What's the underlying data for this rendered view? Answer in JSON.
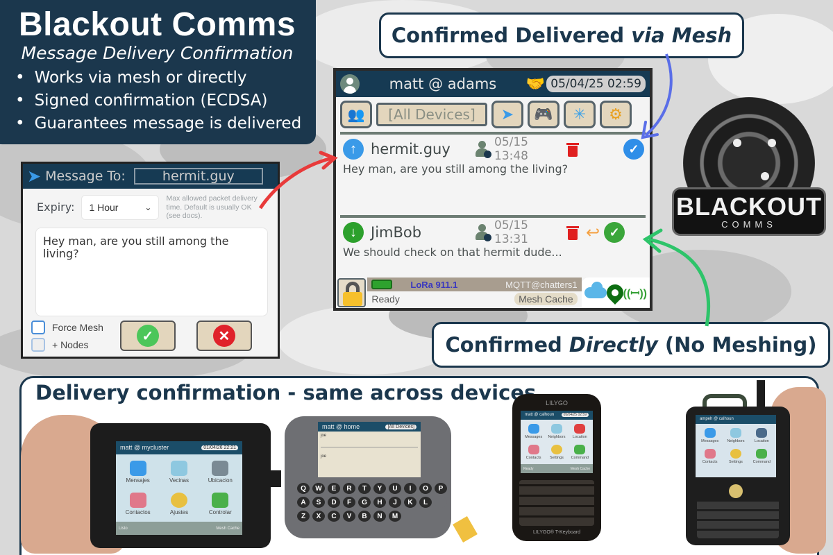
{
  "colors": {
    "navy": "#1b374d",
    "screen_header": "#163a53",
    "button_tan": "#e3d6bd",
    "confirm_mesh_blue": "#2f8ee8",
    "confirm_direct_green": "#3aa63a",
    "outgoing_blue": "#3a9ae8",
    "incoming_green": "#2ca02c",
    "arrow_red": "#e83a3a",
    "arrow_blue": "#5a6ee8",
    "arrow_green": "#2ec46a",
    "delete_red": "#e02020",
    "reply_orange": "#f5a040"
  },
  "title_panel": {
    "title": "Blackout Comms",
    "subtitle": "Message Delivery Confirmation",
    "bullets": [
      "Works via mesh or directly",
      "Signed confirmation (ECDSA)",
      "Guarantees message is delivered"
    ]
  },
  "callouts": {
    "mesh": {
      "prefix": "Confirmed Delivered ",
      "emphasis": "via Mesh"
    },
    "direct": {
      "prefix": "Confirmed ",
      "emphasis": "Directly",
      "suffix": " (No Meshing)"
    }
  },
  "compose_dialog": {
    "header_label": "Message To:",
    "recipient": "hermit.guy",
    "expiry_label": "Expiry:",
    "expiry_value": "1 Hour",
    "expiry_hint": "Max allowed packet delivery time. Default is usually OK (see docs).",
    "message_text": "Hey man, are you still among the living?",
    "force_mesh_label": "Force Mesh",
    "nodes_label": "+ Nodes",
    "icons": {
      "header": "send-icon",
      "confirm": "checkmark-icon",
      "cancel": "close-icon",
      "expiry": "chevron-down-icon"
    }
  },
  "main_screen": {
    "header": {
      "user": "matt @ adams",
      "clock": "05/04/25 02:59",
      "icons": [
        "avatar-icon",
        "handshake-icon"
      ]
    },
    "toolbar": {
      "device_filter": "[All Devices]",
      "buttons": [
        "contacts-icon",
        "send-icon",
        "gamepad-icon",
        "mesh-network-icon",
        "gear-icon"
      ]
    },
    "messages": [
      {
        "direction": "outgoing",
        "name": "hermit.guy",
        "time": "05/15 13:48",
        "text": "Hey man, are you still among the living?",
        "status": "confirmed-via-mesh",
        "icons": [
          "arrow-up-icon",
          "node-info-icon",
          "trash-icon",
          "checkmark-icon"
        ]
      },
      {
        "direction": "incoming",
        "name": "JimBob",
        "time": "05/15 13:31",
        "text": "We should check on that hermit dude...",
        "status": "confirmed-directly",
        "icons": [
          "arrow-down-icon",
          "node-info-icon",
          "trash-icon",
          "reply-icon",
          "checkmark-icon"
        ]
      }
    ],
    "statusbar": {
      "radio": "LoRa 911.1",
      "mqtt": "MQTT@chatters1",
      "status": "Ready",
      "cache": "Mesh Cache",
      "icons": [
        "lock-icon",
        "battery-icon",
        "cloud-icon",
        "location-pin-icon",
        "antenna-icon"
      ]
    }
  },
  "logo": {
    "name": "BLACKOUT",
    "sub": "COMMS"
  },
  "devices_panel": {
    "title": "Delivery confirmation - same across devices",
    "devices": [
      {
        "screen_user": "matt @ mycluster",
        "screen_clock": "01/04/26 22:21",
        "apps": [
          "Mensajes",
          "Vecinas",
          "Ubicacion",
          "Contactos",
          "Ajustes",
          "Controlar"
        ],
        "status": "Listo",
        "cache": "Mesh Cache"
      },
      {
        "screen_user": "matt @ home",
        "filter": "[All Devices]",
        "messages": [
          "joe",
          "joe"
        ],
        "keys": [
          "Q",
          "W",
          "E",
          "R",
          "T",
          "Y",
          "U",
          "I",
          "O",
          "P",
          "A",
          "S",
          "D",
          "F",
          "G",
          "H",
          "J",
          "K",
          "L",
          "Z",
          "X",
          "C",
          "V",
          "B",
          "N",
          "M"
        ]
      },
      {
        "brand": "LILYGO",
        "model": "LILYGO® T-Keyboard",
        "screen_user": "matt @ calhoun",
        "screen_clock": "05/04/25 02:59",
        "apps": [
          "Messages",
          "Neighbors",
          "Location",
          "Contacts",
          "Settings",
          "Command"
        ],
        "status": "Ready",
        "cache": "Mesh Cache"
      },
      {
        "screen_user": "ampeh @ calhoun",
        "apps": [
          "Messages",
          "Neighbors",
          "Location",
          "Contacts",
          "Settings",
          "Command"
        ]
      }
    ]
  }
}
